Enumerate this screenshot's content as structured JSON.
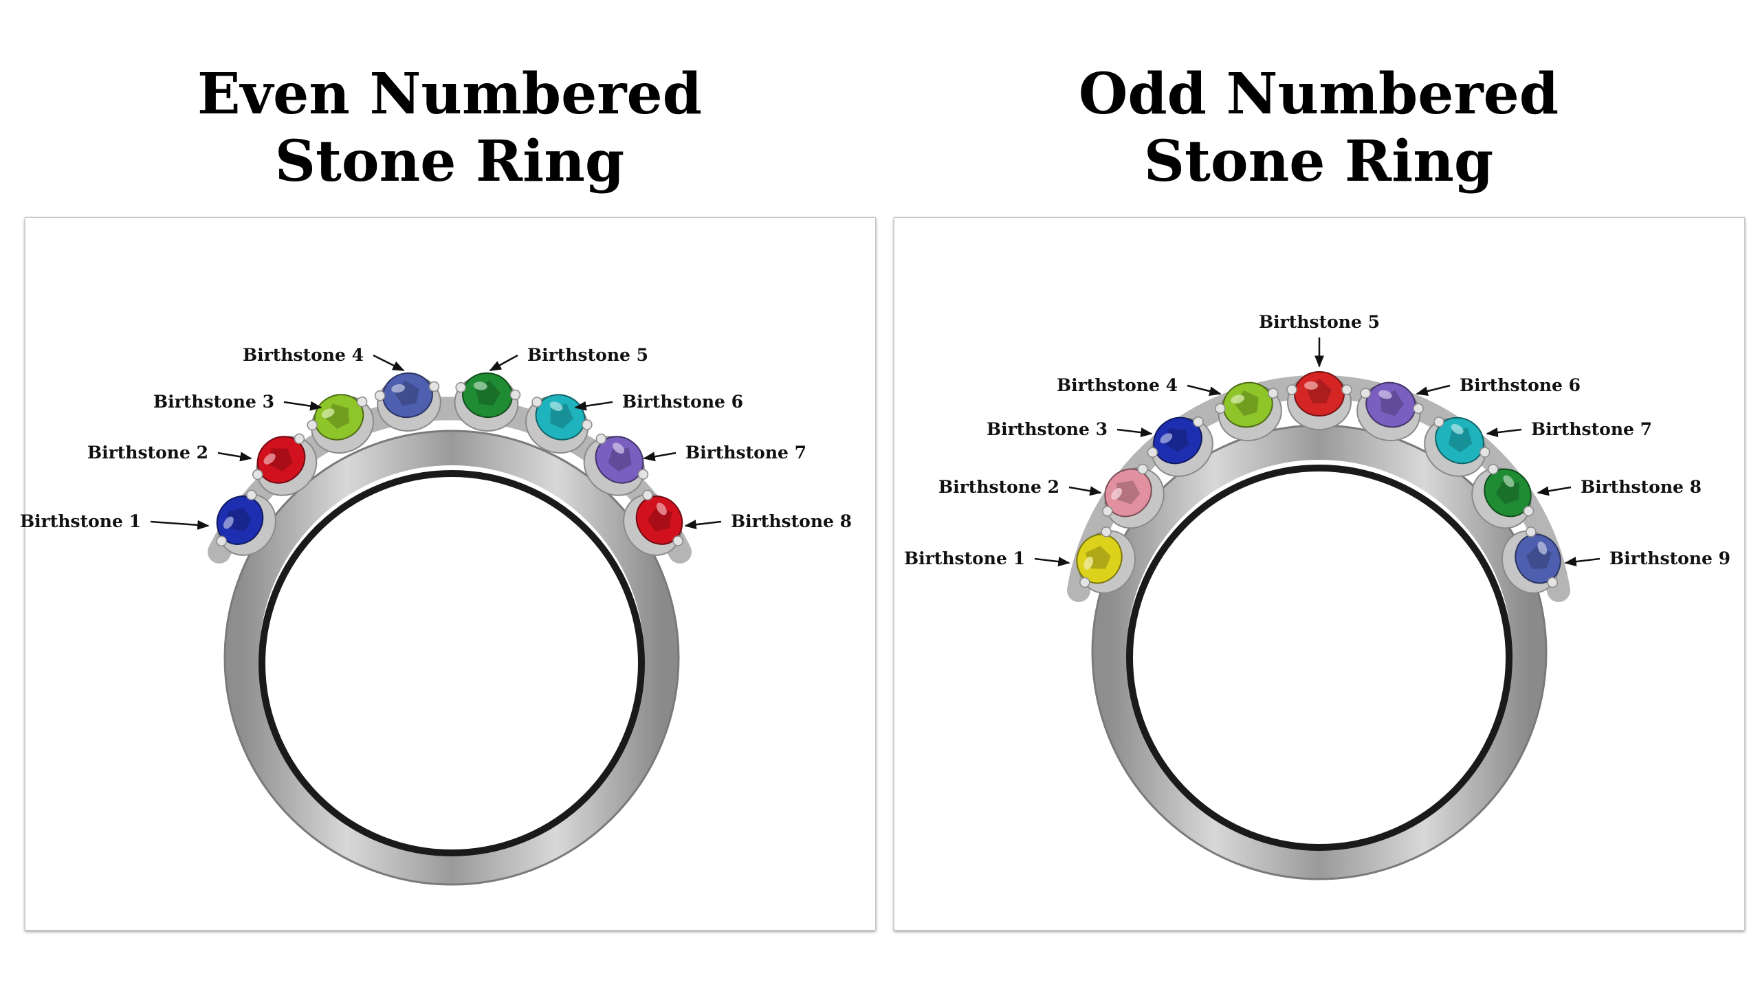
{
  "titles": {
    "even": {
      "line1": "Even Numbered",
      "line2": "Stone Ring"
    },
    "odd": {
      "line1": "Odd Numbered",
      "line2": "Stone Ring"
    }
  },
  "colors": {
    "band": "#b7b7b7",
    "prong": "#d9d9d9",
    "blue": "#1d2fb0",
    "red": "#d1111e",
    "lime": "#8ec528",
    "tanzanite": "#4f5fb0",
    "green": "#1f8c34",
    "teal": "#1fb4bd",
    "violet": "#7a5fc0",
    "pink": "#e0909e",
    "yellow": "#dcd21c",
    "ruby": "#d62525"
  },
  "even": {
    "stones": [
      {
        "label": "Birthstone 1",
        "color": "blue"
      },
      {
        "label": "Birthstone 2",
        "color": "red"
      },
      {
        "label": "Birthstone 3",
        "color": "lime"
      },
      {
        "label": "Birthstone 4",
        "color": "tanzanite"
      },
      {
        "label": "Birthstone 5",
        "color": "green"
      },
      {
        "label": "Birthstone 6",
        "color": "teal"
      },
      {
        "label": "Birthstone 7",
        "color": "violet"
      },
      {
        "label": "Birthstone 8",
        "color": "red"
      }
    ]
  },
  "odd": {
    "stones": [
      {
        "label": "Birthstone 1",
        "color": "yellow"
      },
      {
        "label": "Birthstone 2",
        "color": "pink"
      },
      {
        "label": "Birthstone 3",
        "color": "blue"
      },
      {
        "label": "Birthstone 4",
        "color": "lime"
      },
      {
        "label": "Birthstone 5",
        "color": "ruby"
      },
      {
        "label": "Birthstone 6",
        "color": "violet"
      },
      {
        "label": "Birthstone 7",
        "color": "teal"
      },
      {
        "label": "Birthstone 8",
        "color": "green"
      },
      {
        "label": "Birthstone 9",
        "color": "tanzanite"
      }
    ]
  }
}
